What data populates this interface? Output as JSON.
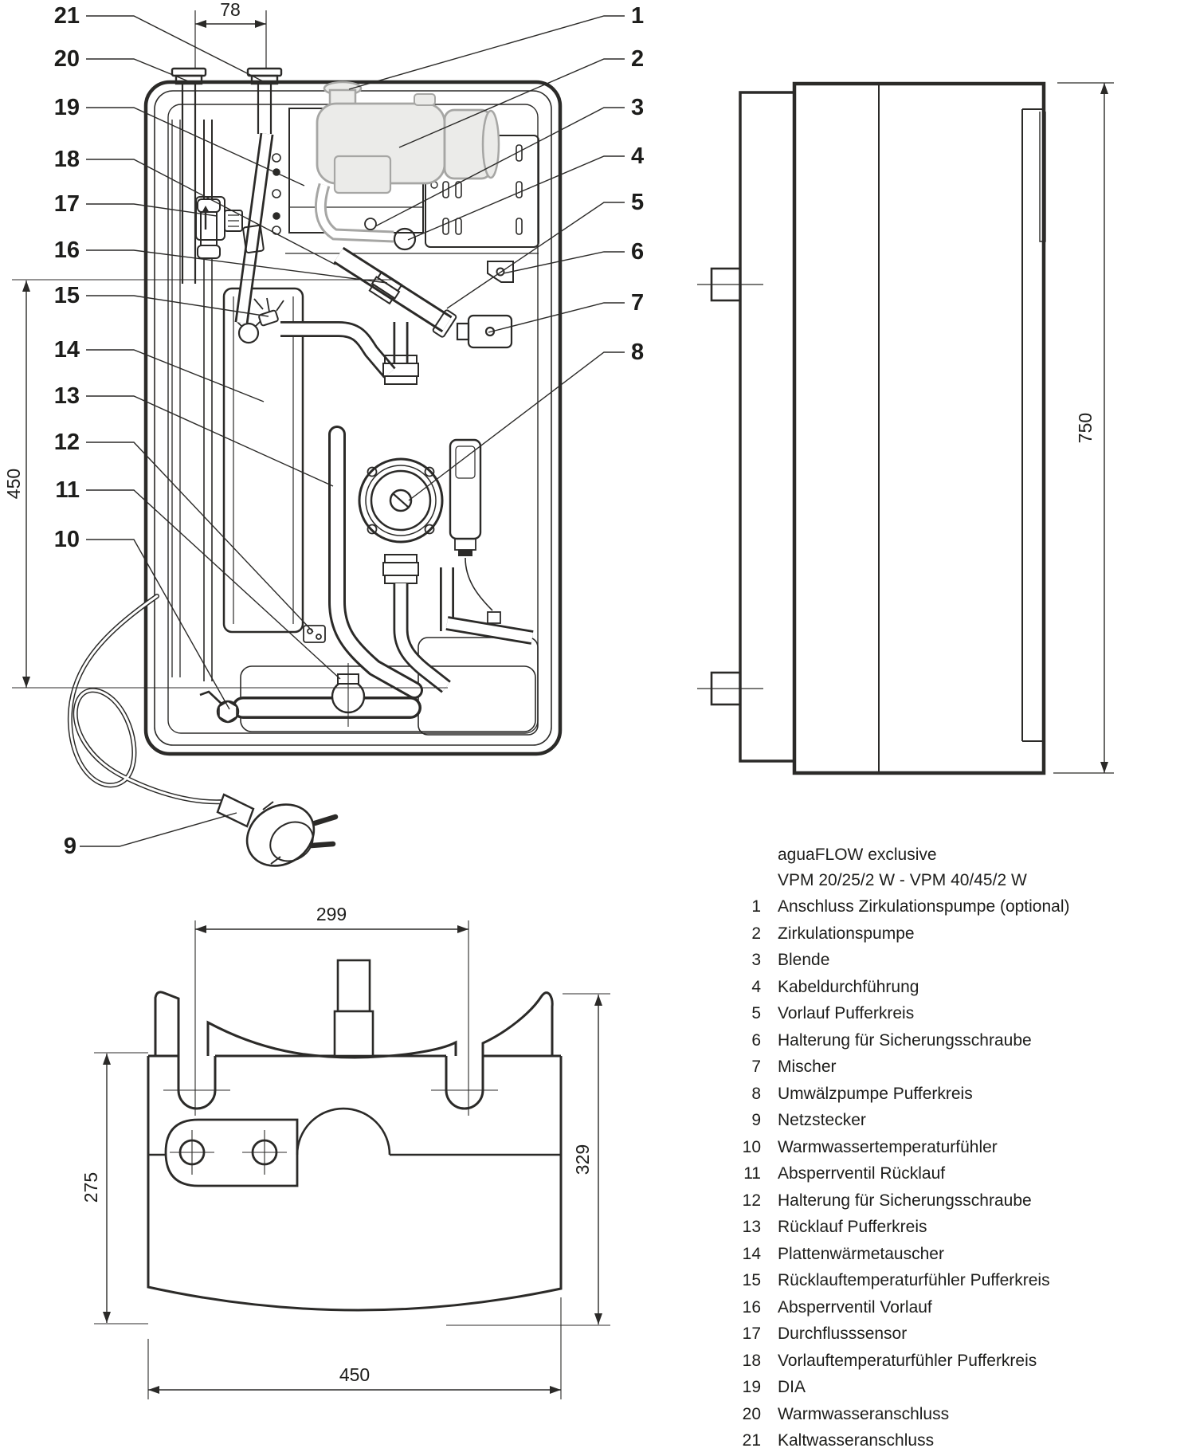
{
  "figure": {
    "title_line1": "aguaFLOW exclusive",
    "title_line2": "VPM 20/25/2 W - VPM 40/45/2 W",
    "legend": [
      {
        "num": "1",
        "label": "Anschluss Zirkulationspumpe (optional)"
      },
      {
        "num": "2",
        "label": "Zirkulationspumpe"
      },
      {
        "num": "3",
        "label": "Blende"
      },
      {
        "num": "4",
        "label": "Kabeldurchführung"
      },
      {
        "num": "5",
        "label": "Vorlauf Pufferkreis"
      },
      {
        "num": "6",
        "label": "Halterung für Sicherungsschraube"
      },
      {
        "num": "7",
        "label": "Mischer"
      },
      {
        "num": "8",
        "label": "Umwälzpumpe Pufferkreis"
      },
      {
        "num": "9",
        "label": "Netzstecker"
      },
      {
        "num": "10",
        "label": "Warmwassertemperaturfühler"
      },
      {
        "num": "11",
        "label": "Absperrventil Rücklauf"
      },
      {
        "num": "12",
        "label": "Halterung für Sicherungsschraube"
      },
      {
        "num": "13",
        "label": "Rücklauf Pufferkreis"
      },
      {
        "num": "14",
        "label": "Plattenwärmetauscher"
      },
      {
        "num": "15",
        "label": "Rücklauftemperaturfühler Pufferkreis"
      },
      {
        "num": "16",
        "label": "Absperrventil Vorlauf"
      },
      {
        "num": "17",
        "label": "Durchflusssensor"
      },
      {
        "num": "18",
        "label": "Vorlauftemperaturfühler Pufferkreis"
      },
      {
        "num": "19",
        "label": "DIA"
      },
      {
        "num": "20",
        "label": "Warmwasseranschluss"
      },
      {
        "num": "21",
        "label": "Kaltwasseranschluss"
      }
    ],
    "dimensions": {
      "top_width": "78",
      "front_height": "450",
      "side_height": "750",
      "bottom_hole_spacing": "299",
      "bottom_depth_left": "275",
      "bottom_depth_right": "329",
      "bottom_width": "450"
    }
  },
  "colors": {
    "line": "#2b2a28",
    "grey_line": "#a6a6a4",
    "grey_fill": "#ebebe9"
  }
}
